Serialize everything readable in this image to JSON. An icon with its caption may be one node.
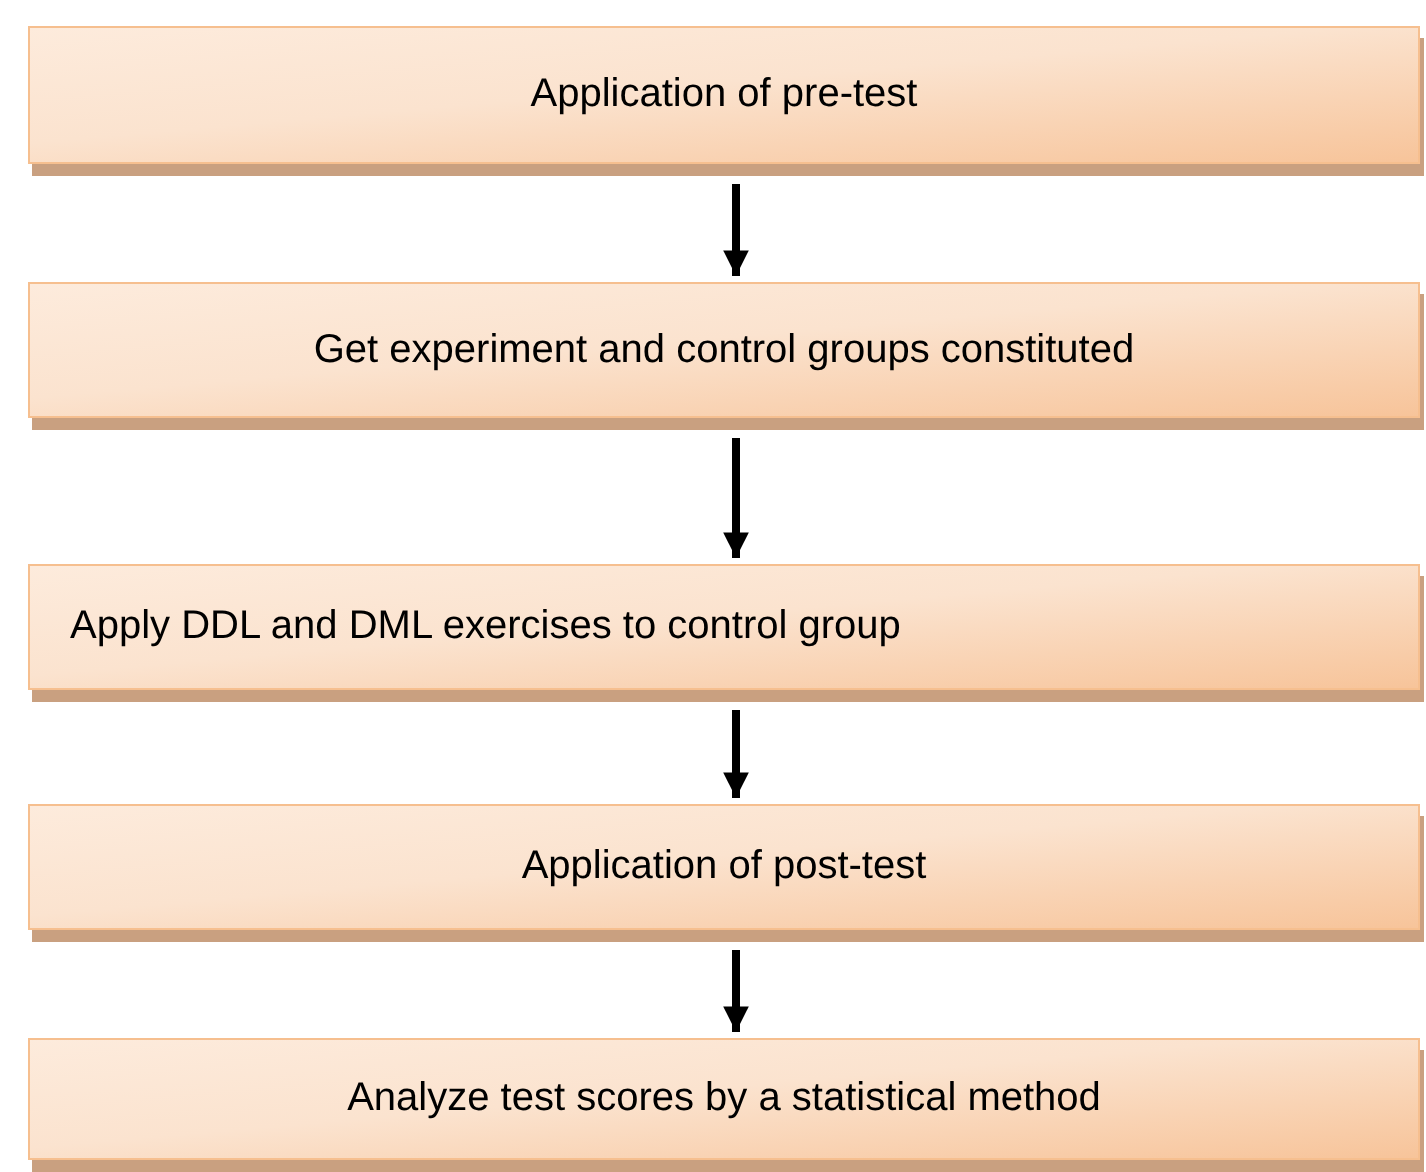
{
  "diagram": {
    "nodes": [
      {
        "text": [
          "Application of pre-test"
        ]
      },
      {
        "text": [
          "Get experiment and control groups constituted"
        ]
      },
      {
        "text": [
          "Apply DDL and DML exercises to control group"
        ]
      },
      {
        "text": [
          "Application of post-test"
        ]
      },
      {
        "text": [
          "Analyze test scores by a statistical method"
        ]
      }
    ],
    "edges": [
      {
        "from": 0,
        "to": 1,
        "arrow": "to"
      },
      {
        "from": 1,
        "to": 2,
        "arrow": "to"
      },
      {
        "from": 2,
        "to": 3,
        "arrow": "to"
      },
      {
        "from": 3,
        "to": 4,
        "arrow": "to"
      }
    ]
  }
}
